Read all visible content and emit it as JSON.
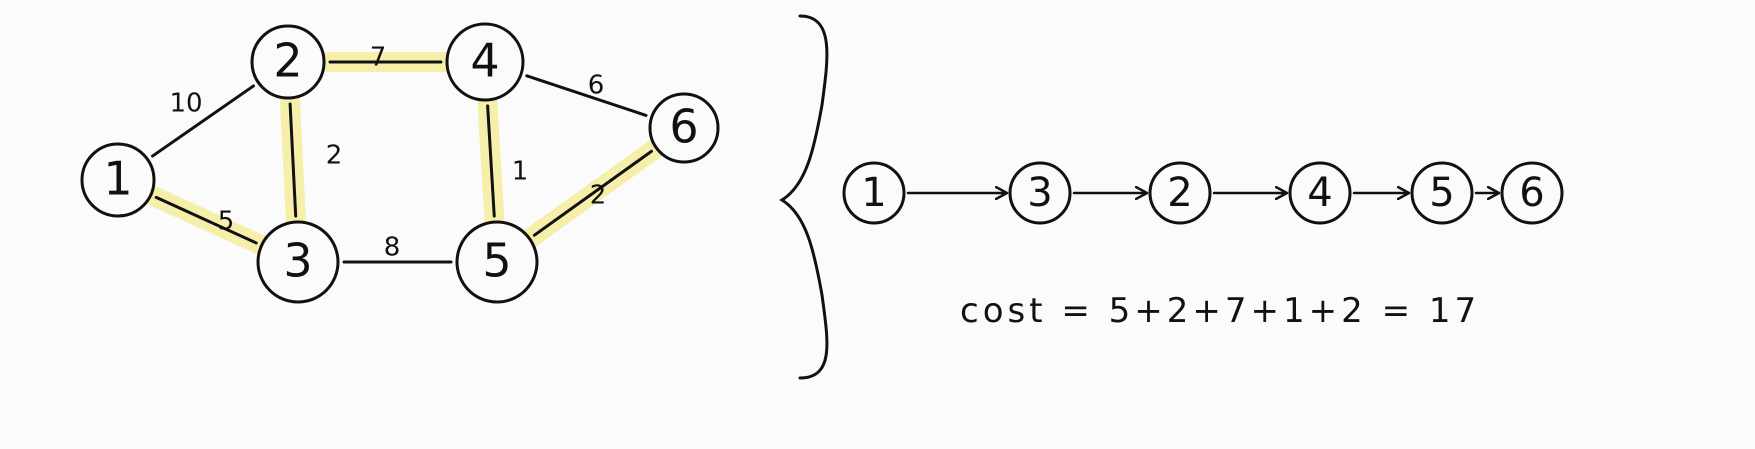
{
  "highlight_color": "#f4ec9a",
  "ink_color": "#111111",
  "graph": {
    "nodes": [
      {
        "id": "1",
        "label": "1"
      },
      {
        "id": "2",
        "label": "2"
      },
      {
        "id": "3",
        "label": "3"
      },
      {
        "id": "4",
        "label": "4"
      },
      {
        "id": "5",
        "label": "5"
      },
      {
        "id": "6",
        "label": "6"
      }
    ],
    "edges": [
      {
        "from": "1",
        "to": "2",
        "weight": "10",
        "highlighted": false
      },
      {
        "from": "1",
        "to": "3",
        "weight": "5",
        "highlighted": true
      },
      {
        "from": "2",
        "to": "3",
        "weight": "2",
        "highlighted": true
      },
      {
        "from": "2",
        "to": "4",
        "weight": "7",
        "highlighted": true
      },
      {
        "from": "3",
        "to": "5",
        "weight": "8",
        "highlighted": false
      },
      {
        "from": "4",
        "to": "5",
        "weight": "1",
        "highlighted": true
      },
      {
        "from": "4",
        "to": "6",
        "weight": "6",
        "highlighted": false
      },
      {
        "from": "5",
        "to": "6",
        "weight": "2",
        "highlighted": true
      }
    ]
  },
  "shortest_path": {
    "nodes": [
      "1",
      "3",
      "2",
      "4",
      "5",
      "6"
    ],
    "cost_text": "cost = 5+2+7+1+2 = 17"
  }
}
